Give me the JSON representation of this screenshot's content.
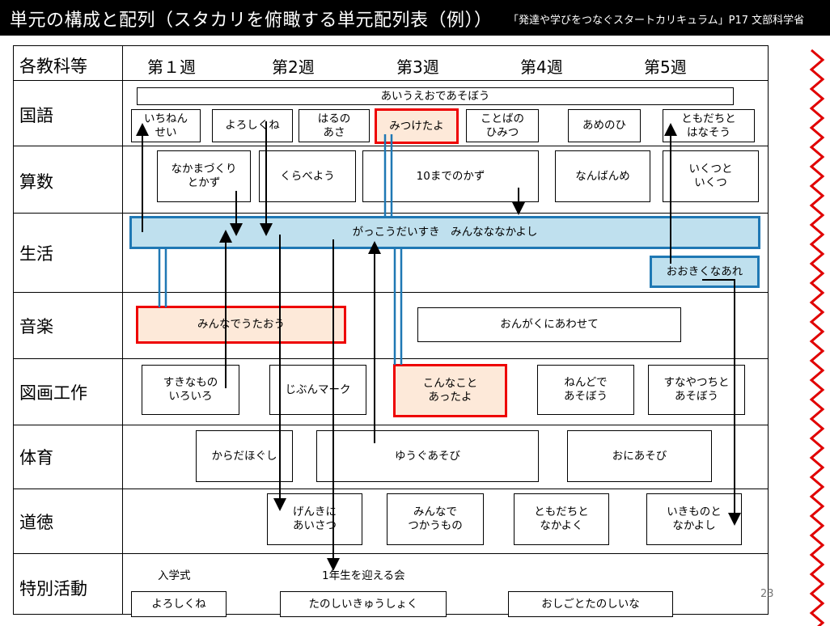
{
  "title": "単元の構成と配列（スタカリを俯瞰する単元配列表（例））",
  "source": "「発達や学びをつなぐスタートカリキュラム」P17  文部科学省",
  "header": {
    "subject_col": "各教科等",
    "weeks": [
      "第１週",
      "第2週",
      "第3週",
      "第4週",
      "第5週"
    ]
  },
  "rows": {
    "kokugo": "国語",
    "sansu": "算数",
    "seikatsu": "生活",
    "ongaku": "音楽",
    "zuga": "図画工作",
    "taiiku": "体育",
    "dotoku": "道徳",
    "tokkatsu": "特別活動"
  },
  "units": {
    "aiueo": "あいうえおであそぼう",
    "ichinen": "いちねん\nせい",
    "yoroshikune": "よろしくね",
    "harunoasa": "はるの\nあさ",
    "mitsuketa": "みつけたよ",
    "kotoba": "ことばの\nひみつ",
    "amenohi": "あめのひ",
    "tomodachi_k": "ともだちと\nはなそう",
    "nakama": "なかまづくり\nとかず",
    "kurabe": "くらべよう",
    "juumade": "10までのかず",
    "nanbanme": "なんばんめ",
    "ikutsu": "いくつと\nいくつ",
    "gakkou": "がっこうだいすき　みんなななかよし",
    "ookiku": "おおきくなあれ",
    "utaou": "みんなでうたおう",
    "ongakuni": "おんがくにあわせて",
    "sukina": "すきなもの\nいろいろ",
    "jibun": "じぶんマーク",
    "konna": "こんなこと\nあったよ",
    "nendo": "ねんどで\nあそぼう",
    "sunayatsuchi": "すなやつちと\nあそぼう",
    "karada": "からだほぐし",
    "yuugu": "ゆうぐあそび",
    "oni": "おにあそび",
    "genki": "げんきに\nあいさつ",
    "tsukau": "みんなで\nつかうもの",
    "nakayoku": "ともだちと\nなかよく",
    "ikimono": "いきものと\nなかよし",
    "nyugaku": "入学式",
    "mukaeru": "1年生を迎える会",
    "yoroshiku_t": "よろしくね",
    "tanoshii": "たのしいきゅうしょく",
    "oshigoto": "おしごとたのしいな"
  },
  "page_number": "23",
  "colors": {
    "highlight_border": "#e00000",
    "highlight_fill": "#fde9d9",
    "life_border": "#1f78b4",
    "life_fill": "#bfe0ee",
    "link_blue": "#1f78b4",
    "zigzag": "#e00000"
  }
}
